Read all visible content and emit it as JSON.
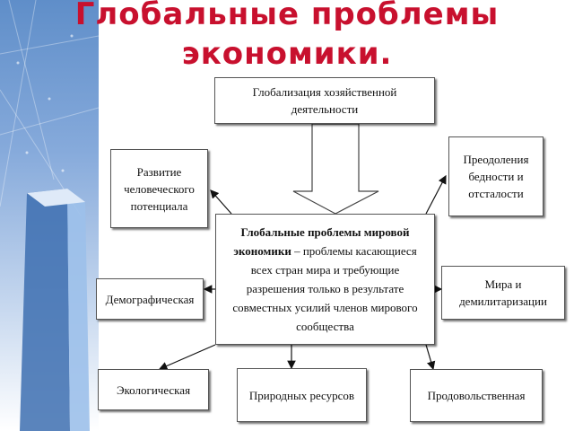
{
  "title": {
    "line1": "Глобальные проблемы",
    "line2": "экономики."
  },
  "diagram": {
    "globalization": "Глобализация хозяйственной деятельности",
    "human_potential": "Развитие человеческого потенциала",
    "poverty": "Преодоления бедности и отсталости",
    "center": {
      "bold": "Глобальные проблемы мировой экономики",
      "rest": " – проблемы касающиеся всех стран мира и требующие разрешения только в результате совместных усилий членов мирового сообщества"
    },
    "demographic": "Демографическая",
    "peace": "Мира и демилитаризации",
    "ecological": "Экологическая",
    "natural_resources": "Природных ресурсов",
    "food": "Продовольственная"
  }
}
